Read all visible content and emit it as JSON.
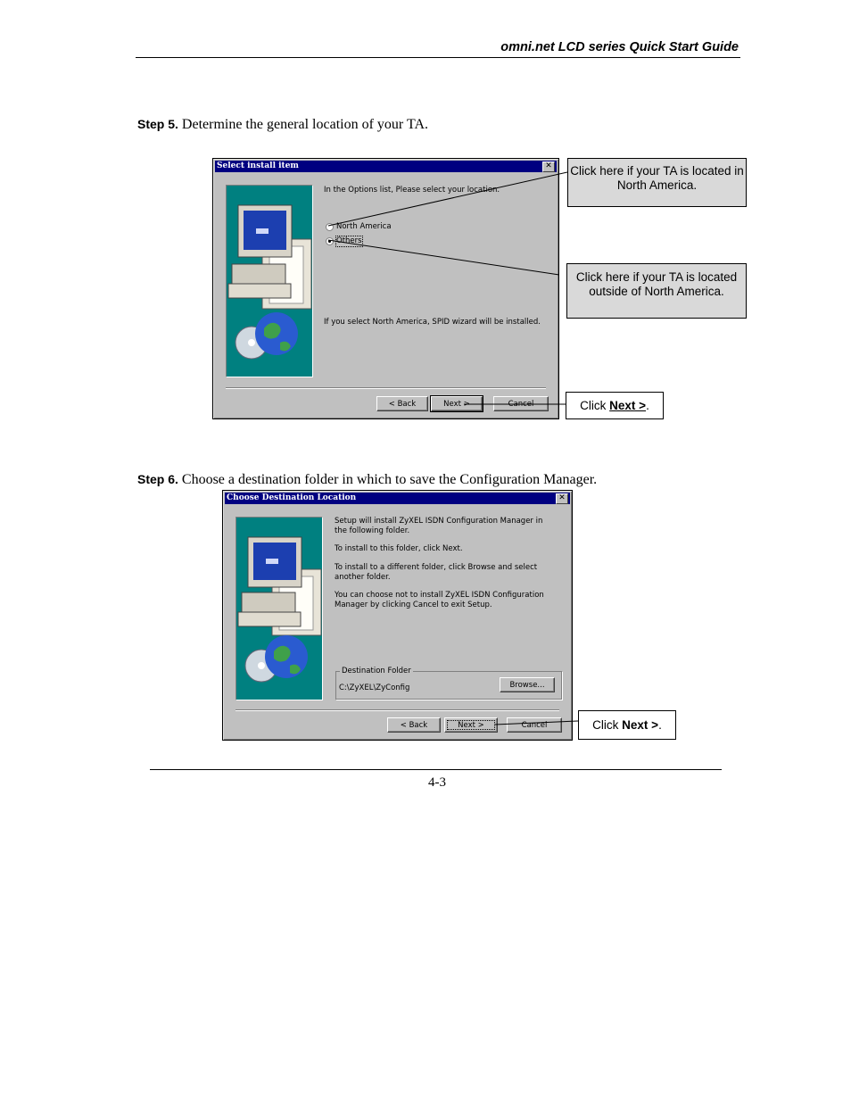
{
  "header": {
    "title": "omni.net LCD series Quick Start Guide"
  },
  "step5": {
    "label": "Step 5.",
    "text": " Determine the general location of your TA.",
    "dialog": {
      "title": "Select install item",
      "close_glyph": "✕",
      "prompt": "In the Options list, Please select your location.",
      "options": [
        "North America",
        "Others"
      ],
      "selected": "Others",
      "note": "If you select North America, SPID wizard will be installed.",
      "buttons": {
        "back": "< Back",
        "next": "Next >",
        "cancel": "Cancel"
      }
    },
    "callouts": {
      "north_america": "Click here if your TA is located in North America.",
      "outside": "Click here if your TA is located outside of North America.",
      "next_prefix": "Click ",
      "next_bold": "Next >",
      "next_suffix": "."
    }
  },
  "step6": {
    "label": "Step 6.",
    "text": " Choose a destination folder in which to save the Configuration Manager.",
    "dialog": {
      "title": "Choose Destination Location",
      "close_glyph": "✕",
      "para1": "Setup will install ZyXEL ISDN Configuration Manager in the following folder.",
      "para2": "To install to this folder, click Next.",
      "para3": "To install to a different folder, click Browse and select another folder.",
      "para4": "You can choose not to install ZyXEL ISDN Configuration Manager by clicking Cancel to exit Setup.",
      "group_label": "Destination Folder",
      "folder_path": "C:\\ZyXEL\\ZyConfig",
      "browse": "Browse...",
      "buttons": {
        "back": "< Back",
        "next": "Next >",
        "cancel": "Cancel"
      }
    },
    "callouts": {
      "next_prefix": "Click ",
      "next_bold": "Next >",
      "next_suffix": "."
    }
  },
  "footer": {
    "page": "4-3"
  }
}
